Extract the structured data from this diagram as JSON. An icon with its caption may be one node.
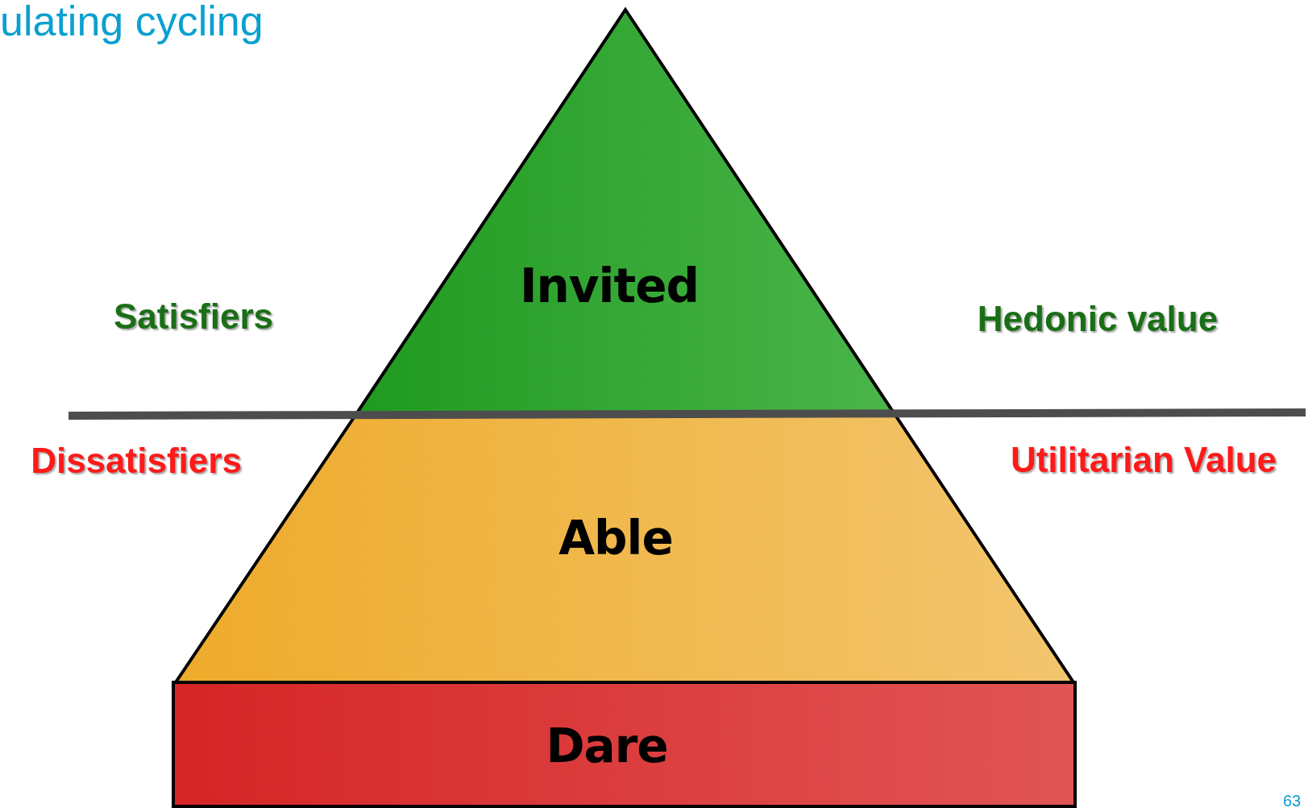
{
  "diagram": {
    "title": "ulating cycling",
    "nodes": [
      {
        "text": [
          "Invited"
        ]
      },
      {
        "text": [
          "Able"
        ]
      },
      {
        "text": [
          "Dare"
        ]
      }
    ],
    "labels": [
      "Satisfiers",
      "Hedonic value",
      "Dissatisfiers",
      "Utilitarian Value",
      "63"
    ]
  }
}
